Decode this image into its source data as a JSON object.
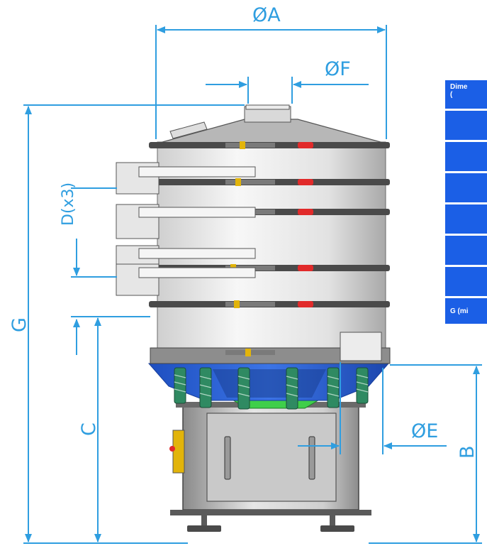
{
  "labels": {
    "A": "ØA",
    "F": "ØF",
    "E": "ØE",
    "D": "D(x3)",
    "G": "G",
    "C": "C",
    "B": "B"
  },
  "table": {
    "header": "Dime\n(",
    "last_row": "G (mi"
  },
  "colors": {
    "dimension": "#2f9ee0",
    "table_fill": "#1b5fe6",
    "frame_blue": "#2f62d6",
    "spring_green": "#2f8a62",
    "cone_green": "#3fcf4a",
    "handle_red": "#e12a2a",
    "steel_light": "#e8e8e8",
    "steel_dark": "#4a4a4a"
  }
}
